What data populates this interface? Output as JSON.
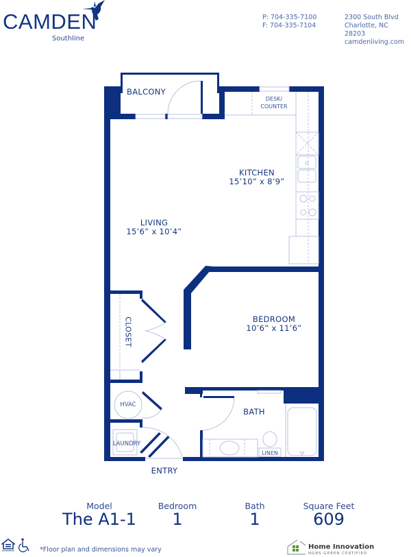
{
  "header": {
    "brand": "Camden",
    "brand_display": "CAMDEN",
    "community": "Southline",
    "phone": "P: 704-335-7100",
    "fax": "F: 704-335-7104",
    "address_line1": "2300 South Blvd",
    "address_line2": "Charlotte, NC 28203",
    "website": "camdenliving.com"
  },
  "colors": {
    "wall": "#0d2f7f",
    "fixture": "#b9c3dc",
    "text": "#15357f",
    "green": "#5a9a2e"
  },
  "floorplan": {
    "rooms": [
      {
        "name": "BALCONY",
        "dims": ""
      },
      {
        "name": "DESK/",
        "dims": "COUNTER"
      },
      {
        "name": "KITCHEN",
        "dims": "15’10” x 8’9”"
      },
      {
        "name": "LIVING",
        "dims": "15’6” x 10’4”"
      },
      {
        "name": "BEDROOM",
        "dims": "10’6” x 11’6”"
      },
      {
        "name": "CLOSET",
        "dims": ""
      },
      {
        "name": "HVAC",
        "dims": ""
      },
      {
        "name": "LAUNDRY",
        "dims": ""
      },
      {
        "name": "BATH",
        "dims": ""
      },
      {
        "name": "LINEN",
        "dims": ""
      },
      {
        "name": "ENTRY",
        "dims": ""
      }
    ]
  },
  "stats": [
    {
      "label": "Model",
      "value": "The A1-1"
    },
    {
      "label": "Bedroom",
      "value": "1"
    },
    {
      "label": "Bath",
      "value": "1"
    },
    {
      "label": "Square Feet",
      "value": "609"
    }
  ],
  "footer": {
    "icons": [
      "equal-housing-icon",
      "accessibility-icon"
    ],
    "disclaimer": "*Floor plan and dimensions may vary",
    "cert_title": "Home Innovation",
    "cert_sub": "NGBS GREEN CERTIFIED"
  }
}
